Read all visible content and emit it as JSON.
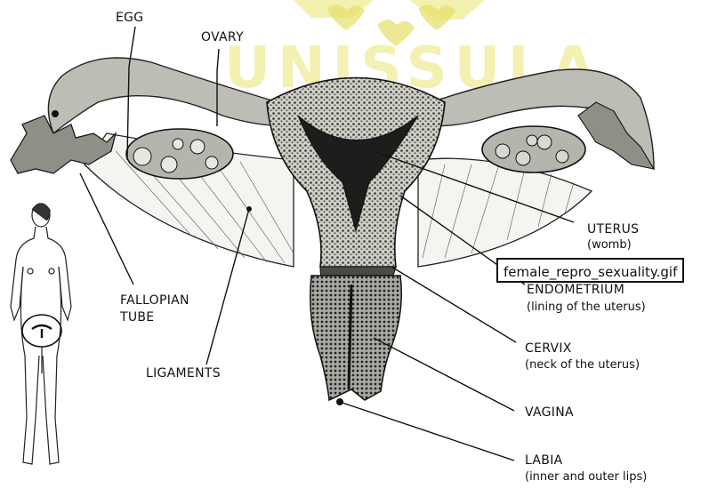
{
  "watermark": {
    "text": "UNISSULA",
    "color": "#e6e063"
  },
  "labels": {
    "egg": "EGG",
    "ovary": "OVARY",
    "uterus": "UTERUS",
    "uterus_sub": "(womb)",
    "endometrium": "ENDOMETRIUM",
    "endometrium_sub": "(lining of the uterus)",
    "fallopian_1": "FALLOPIAN",
    "fallopian_2": "TUBE",
    "cervix": "CERVIX",
    "cervix_sub": "(neck of the uterus)",
    "ligaments": "LIGAMENTS",
    "vagina": "VAGINA",
    "labia": "LABIA",
    "labia_sub": "(inner and outer lips)"
  },
  "tooltip": {
    "filename": "female_repro_sexuality.gif"
  }
}
